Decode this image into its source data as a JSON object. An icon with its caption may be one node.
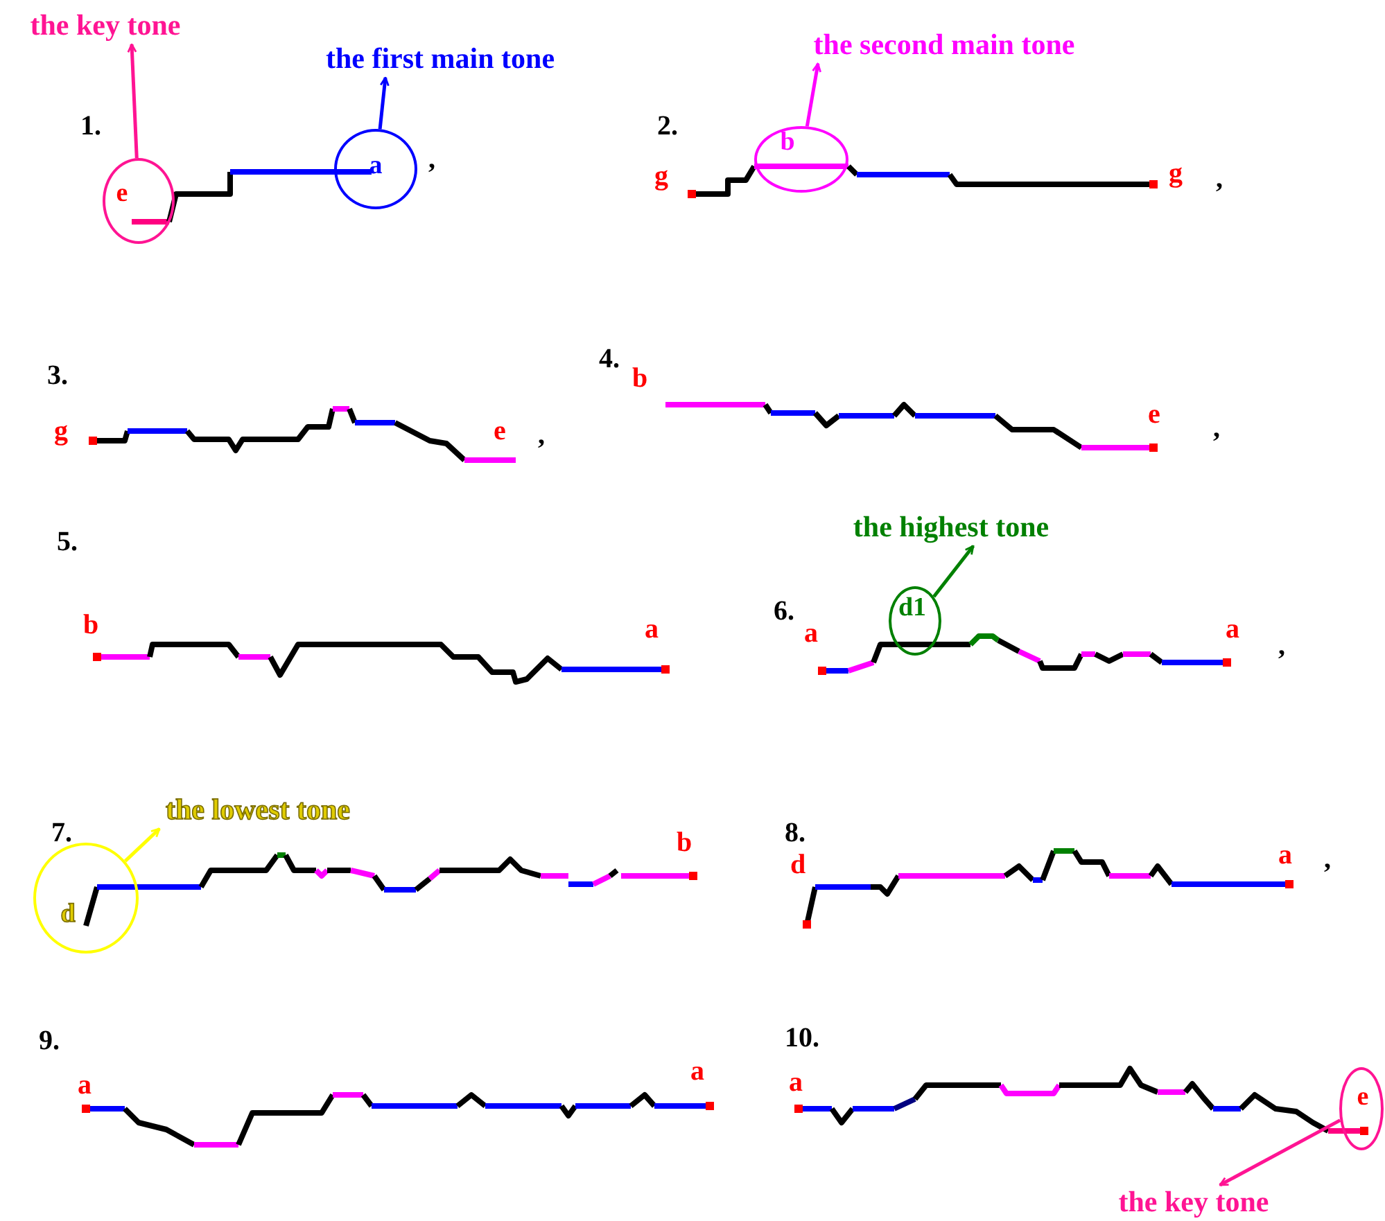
{
  "diagram": {
    "nodes": [
      {
        "text": [
          "the key tone"
        ]
      },
      {
        "text": [
          "e"
        ]
      },
      {
        "text": [
          "the first main tone"
        ]
      },
      {
        "text": [
          "a"
        ]
      },
      {
        "text": [
          "the second main tone"
        ]
      },
      {
        "text": [
          "b"
        ]
      },
      {
        "text": [
          "the highest tone"
        ]
      },
      {
        "text": [
          "d1"
        ]
      },
      {
        "text": [
          "the lowest tone"
        ]
      },
      {
        "text": [
          "d"
        ]
      },
      {
        "text": [
          "e"
        ]
      },
      {
        "text": [
          "the key tone"
        ]
      }
    ],
    "edges": [
      {
        "from": 1,
        "to": 0,
        "arrow": "to",
        "color": "#ff1493"
      },
      {
        "from": 3,
        "to": 2,
        "arrow": "to",
        "color": "#0000ff"
      },
      {
        "from": 5,
        "to": 4,
        "arrow": "to",
        "color": "#ff00ff"
      },
      {
        "from": 7,
        "to": 6,
        "arrow": "to",
        "color": "#008000"
      },
      {
        "from": 9,
        "to": 8,
        "arrow": "to",
        "color": "#ffff00"
      },
      {
        "from": 10,
        "to": 11,
        "arrow": "to",
        "color": "#ff1493"
      }
    ],
    "labels": [
      "1.",
      ",",
      "2.",
      "g",
      "g",
      ",",
      "3.",
      "g",
      "e",
      ",",
      "4.",
      "b",
      "e",
      ",",
      "5.",
      "b",
      "a",
      "6.",
      "a",
      "a",
      ",",
      "7.",
      "b",
      "8.",
      "d",
      "a",
      ",",
      "9.",
      "a",
      "a",
      "10.",
      "a"
    ]
  }
}
